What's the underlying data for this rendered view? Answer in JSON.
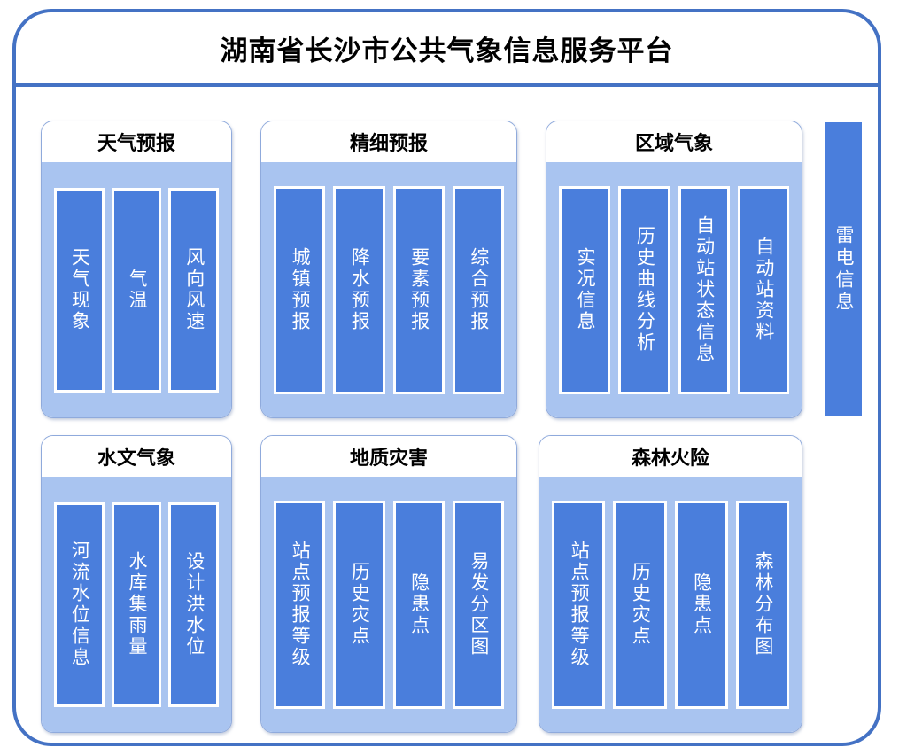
{
  "app": {
    "title": "湖南省长沙市公共气象信息服务平台",
    "frame_border_color": "#4472C4",
    "panel_body_color": "#A9C4F0",
    "tile_color": "#4A7EDC"
  },
  "panels": [
    {
      "id": "weather-forecast",
      "title": "天气预报",
      "tiles": [
        {
          "label": "天气现象"
        },
        {
          "label": "气温"
        },
        {
          "label": "风向风速"
        }
      ]
    },
    {
      "id": "fine-forecast",
      "title": "精细预报",
      "tiles": [
        {
          "label": "城镇预报"
        },
        {
          "label": "降水预报"
        },
        {
          "label": "要素预报"
        },
        {
          "label": "综合预报"
        }
      ]
    },
    {
      "id": "regional-meteorology",
      "title": "区域气象",
      "tiles": [
        {
          "label": "实况信息"
        },
        {
          "label": "历史曲线分析"
        },
        {
          "label": "自动站状态信息"
        },
        {
          "label": "自动站资料"
        }
      ]
    },
    {
      "id": "hydro-meteorology",
      "title": "水文气象",
      "tiles": [
        {
          "label": "河流水位信息"
        },
        {
          "label": "水库集雨量"
        },
        {
          "label": "设计洪水位"
        }
      ]
    },
    {
      "id": "geological-hazard",
      "title": "地质灾害",
      "tiles": [
        {
          "label": "站点预报等级"
        },
        {
          "label": "历史灾点"
        },
        {
          "label": "隐患点"
        },
        {
          "label": "易发分区图"
        }
      ]
    },
    {
      "id": "forest-fire-risk",
      "title": "森林火险",
      "tiles": [
        {
          "label": "站点预报等级"
        },
        {
          "label": "历史灾点"
        },
        {
          "label": "隐患点"
        },
        {
          "label": "森林分布图"
        }
      ]
    }
  ],
  "lightning_bar": {
    "label": "雷电信息"
  }
}
